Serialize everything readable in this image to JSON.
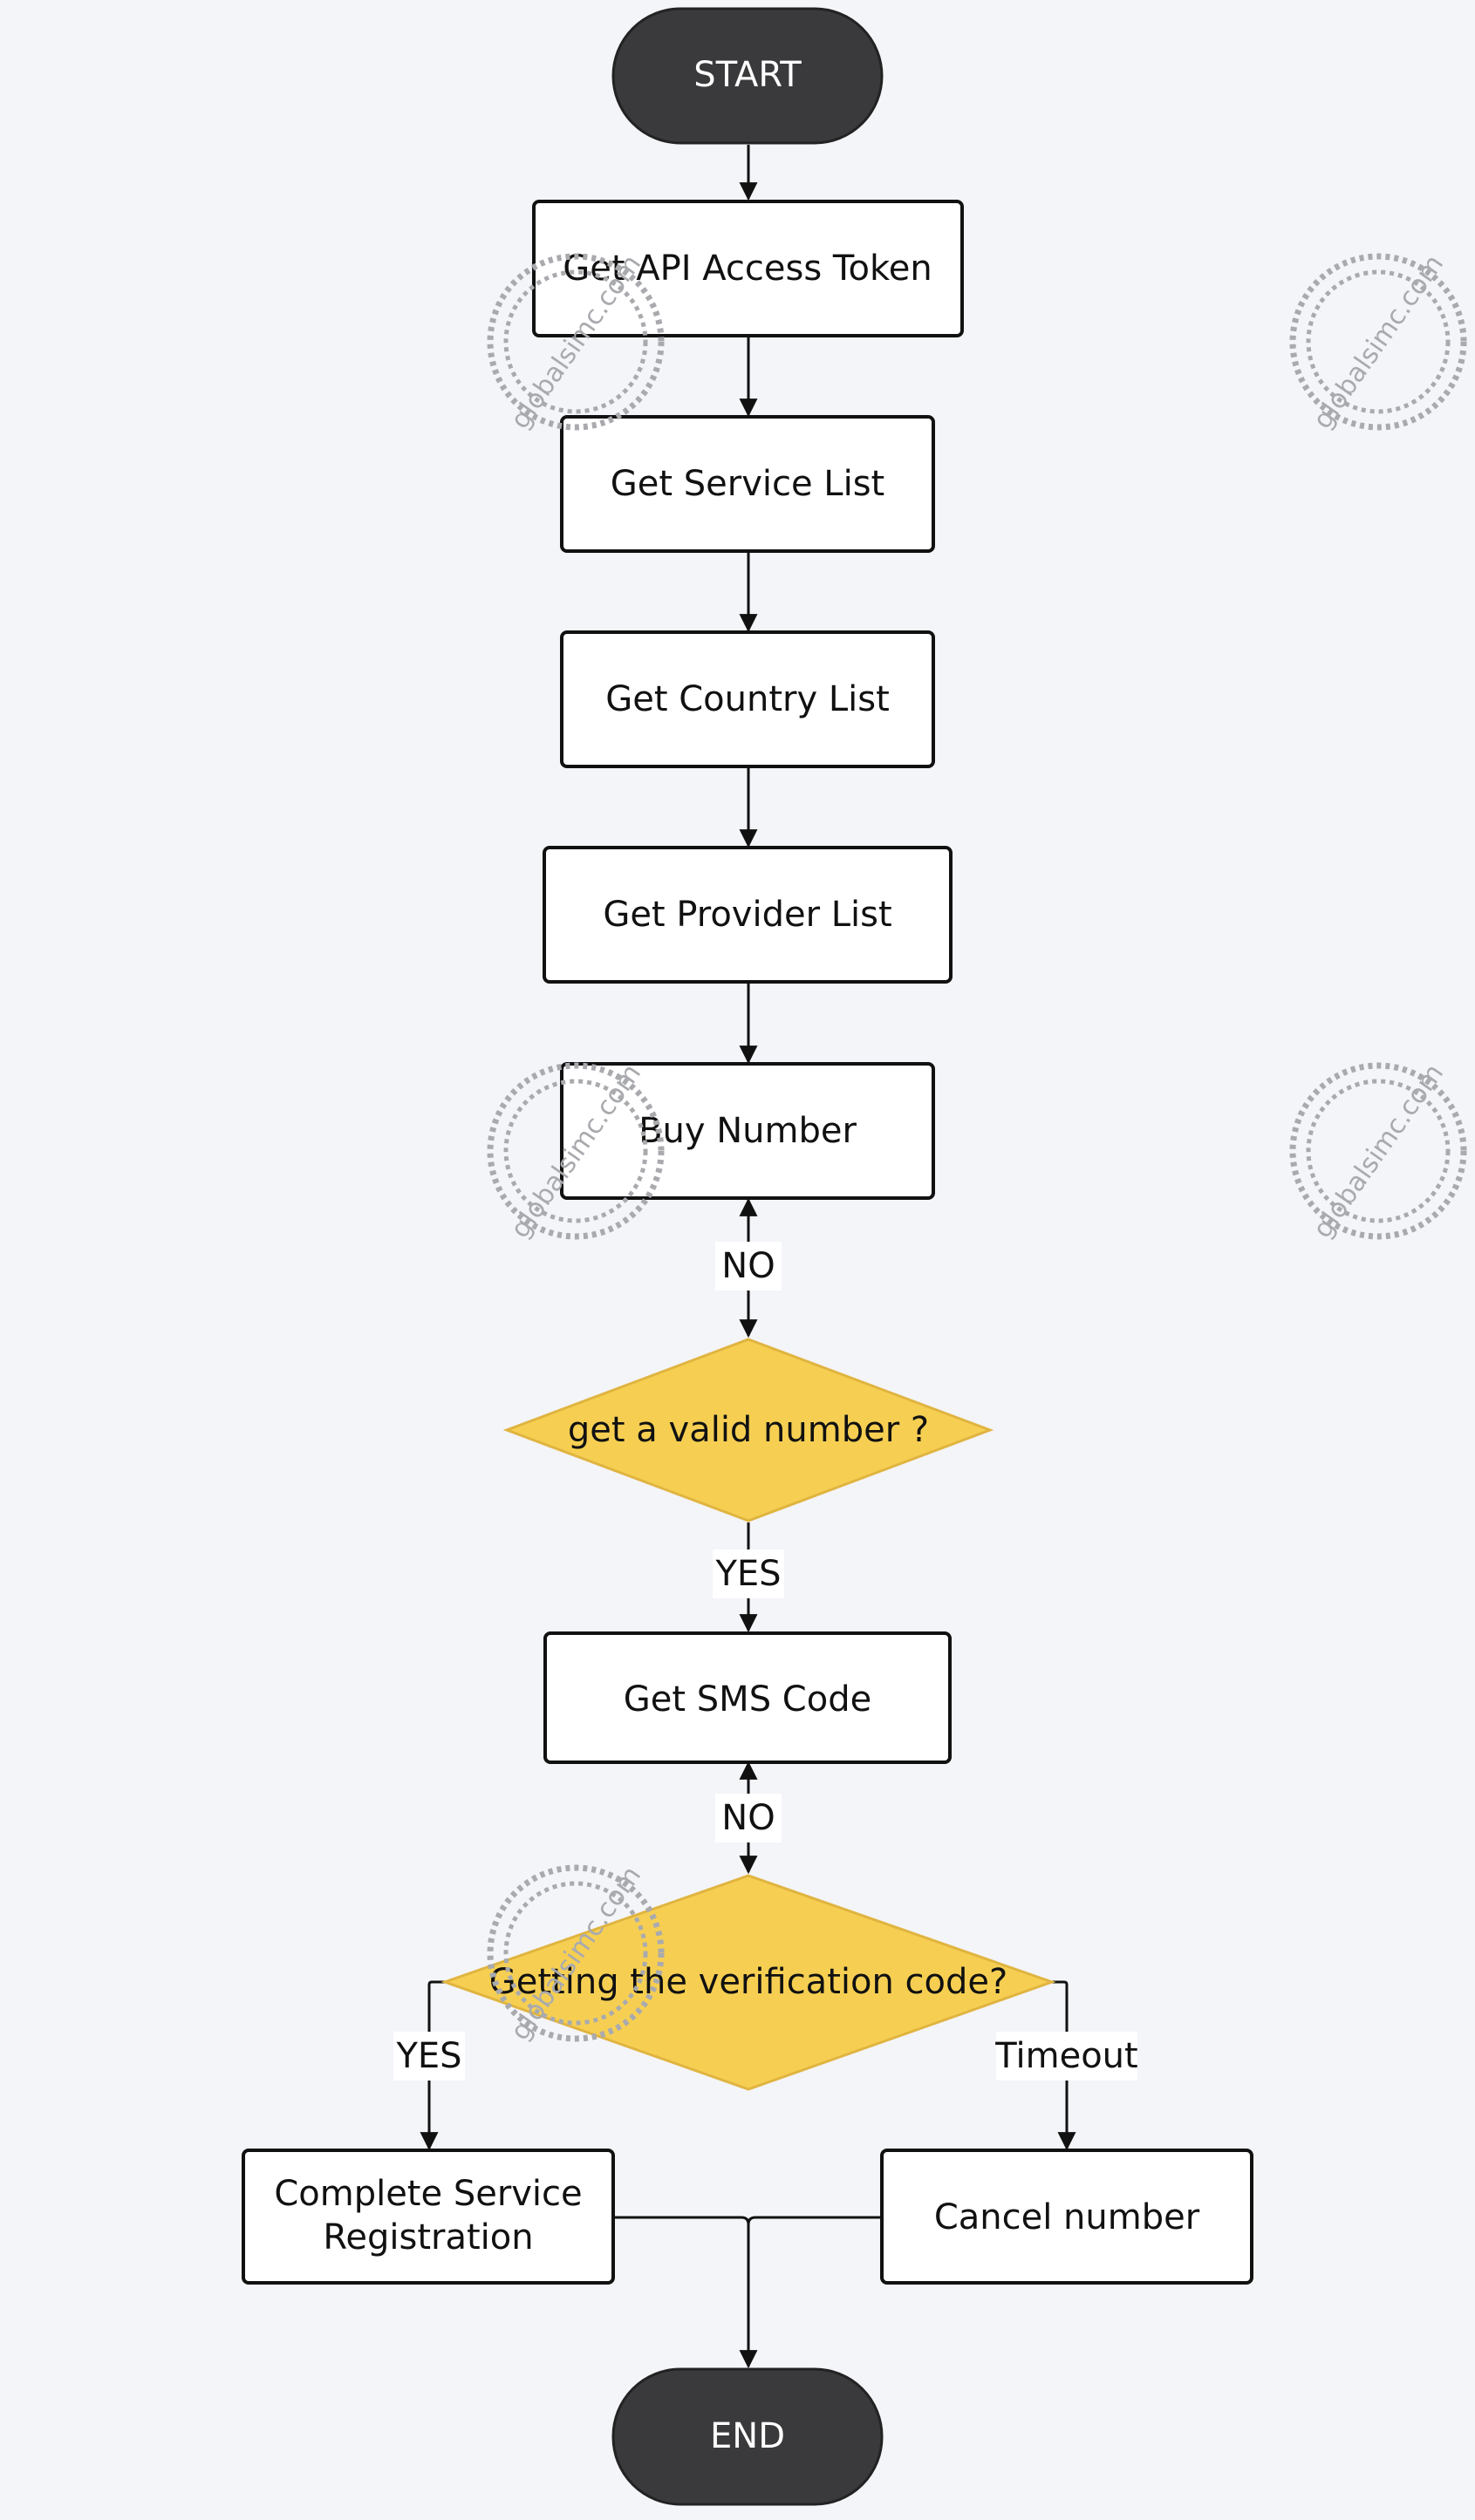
{
  "diagram": {
    "start_label": "START",
    "end_label": "END",
    "steps": {
      "get_token": "Get API Access Token",
      "get_service_list": "Get Service List",
      "get_country_list": "Get Country List",
      "get_provider_list": "Get Provider List",
      "buy_number": "Buy Number",
      "get_sms_code": "Get SMS Code",
      "complete_registration_line1": "Complete Service",
      "complete_registration_line2": "Registration",
      "cancel_number": "Cancel number"
    },
    "decisions": {
      "valid_number": "get a valid number ?",
      "verification_code": "Getting the verification code?"
    },
    "edge_labels": {
      "valid_no": "NO",
      "valid_yes": "YES",
      "code_no": "NO",
      "code_yes": "YES",
      "code_timeout": "Timeout"
    },
    "watermark": "globalsimc.com"
  },
  "colors": {
    "background": "#f4f5f9",
    "terminal_fill": "#3a3a3c",
    "process_fill": "#ffffff",
    "border": "#111111",
    "decision_fill": "#f6cf52",
    "decision_border": "#e0b440",
    "watermark": "#a9aaae"
  }
}
